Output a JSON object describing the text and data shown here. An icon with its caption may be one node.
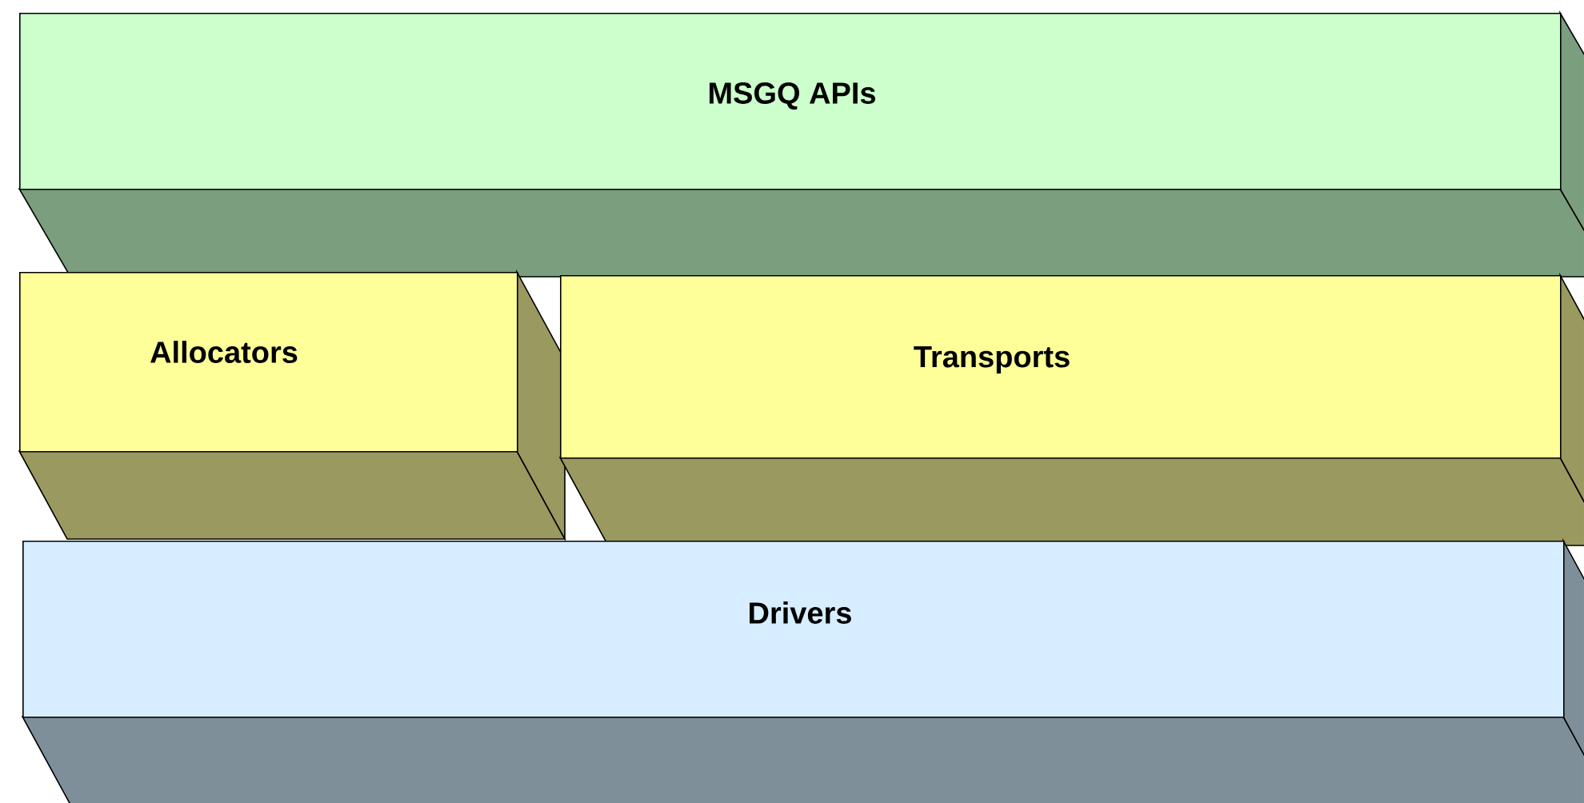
{
  "diagram": {
    "nodes": [
      {
        "text": [
          "MSGQ APIs"
        ]
      },
      {
        "text": [
          "Allocators"
        ]
      },
      {
        "text": [
          "Transports"
        ]
      },
      {
        "text": [
          "Drivers"
        ]
      }
    ]
  }
}
